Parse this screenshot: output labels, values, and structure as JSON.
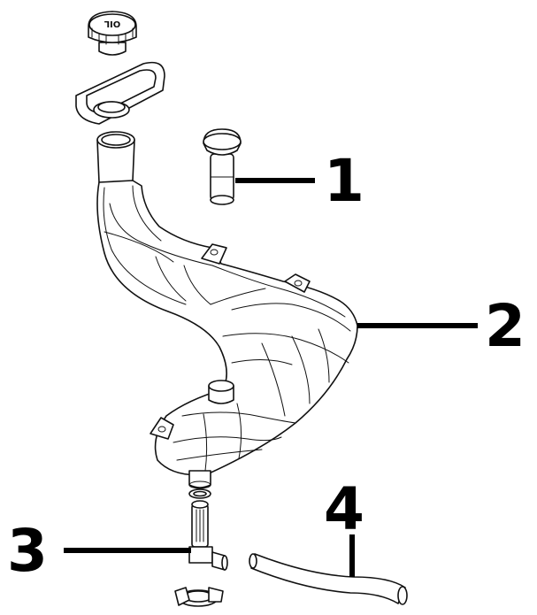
{
  "cap_marking": "OIL",
  "callouts": [
    {
      "label": "1",
      "part": "check-valve"
    },
    {
      "label": "2",
      "part": "oil-tank"
    },
    {
      "label": "3",
      "part": "drain-fitting"
    },
    {
      "label": "4",
      "part": "hose"
    }
  ],
  "colors": {
    "line": "#111111",
    "background": "#ffffff"
  }
}
